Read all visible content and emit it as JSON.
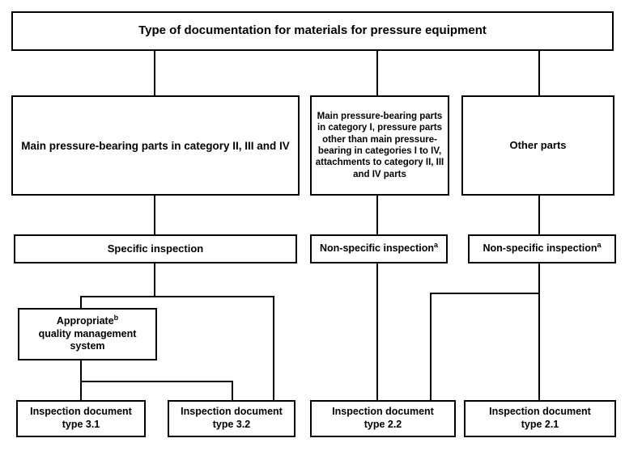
{
  "diagram": {
    "title_box": {
      "label": "Type of documentation for materials for pressure equipment"
    },
    "row_categories": [
      {
        "id": "main-parts-cat-2-3-4",
        "label": "Main pressure-bearing parts in category II, III and IV"
      },
      {
        "id": "main-parts-cat-1",
        "label": "Main pressure-bearing parts in category I, pressure parts other than main pressure-bearing in categories I to IV, attachments to category II, III and IV parts"
      },
      {
        "id": "other-parts",
        "label": "Other parts"
      }
    ],
    "row_inspection": [
      {
        "id": "specific-inspection",
        "label": "Specific inspection",
        "footnote": ""
      },
      {
        "id": "non-specific-inspection-1",
        "label": "Non-specific inspection",
        "footnote": "a"
      },
      {
        "id": "non-specific-inspection-2",
        "label": "Non-specific inspection",
        "footnote": "a"
      }
    ],
    "row_qms": {
      "id": "appropriate-quality-management-system",
      "line1": "Appropriate",
      "footnote": "b",
      "line2": "quality management",
      "line3": "system"
    },
    "row_documents": [
      {
        "id": "inspection-document-type-3-1",
        "line1": "Inspection document",
        "line2": "type 3.1"
      },
      {
        "id": "inspection-document-type-3-2",
        "line1": "Inspection document",
        "line2": "type 3.2"
      },
      {
        "id": "inspection-document-type-2-2",
        "line1": "Inspection document",
        "line2": "type 2.2"
      },
      {
        "id": "inspection-document-type-2-1",
        "line1": "Inspection document",
        "line2": "type 2.1"
      }
    ],
    "colors": {
      "stroke": "#000000",
      "fill": "#ffffff",
      "text": "#000000"
    }
  }
}
